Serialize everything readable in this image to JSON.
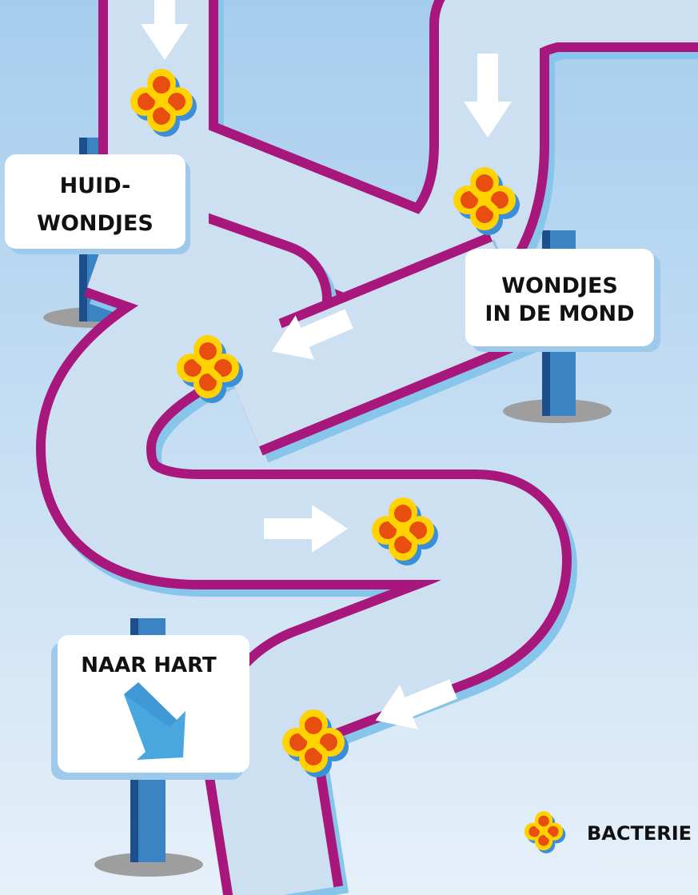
{
  "signs": {
    "skin_wounds": {
      "line1": "HUID-",
      "line2": "WONDJES"
    },
    "mouth_wounds": {
      "line1": "WONDJES",
      "line2": "IN DE MOND"
    },
    "to_heart": {
      "label": "NAAR HART"
    }
  },
  "legend": {
    "label": "BACTERIE"
  },
  "colors": {
    "background_top": "#a6cded",
    "background_bottom": "#e6f0f9",
    "vessel_wall": "#a8177b",
    "vessel_wall_shadow": "#87c6ea",
    "vessel_inner": "#cde0f1",
    "arrow": "#ffffff",
    "sign_board": "#ffffff",
    "sign_post": "#3b84c4",
    "sign_post_dark": "#1d4f8c",
    "pointer_arrow": "#4aa6df",
    "bacterium_outer": "#ffd200",
    "bacterium_inner": "#e84e0f",
    "bacterium_shadow": "#3a8fd8"
  }
}
